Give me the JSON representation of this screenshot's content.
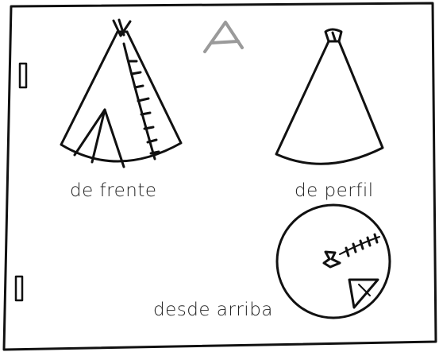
{
  "labels": {
    "front": "de frente",
    "side": "de perfil",
    "top": "desde arriba"
  },
  "marker": {
    "letter": "A",
    "color": "#9a9a9a"
  },
  "colors": {
    "ink": "#111111",
    "paper": "#ffffff"
  }
}
